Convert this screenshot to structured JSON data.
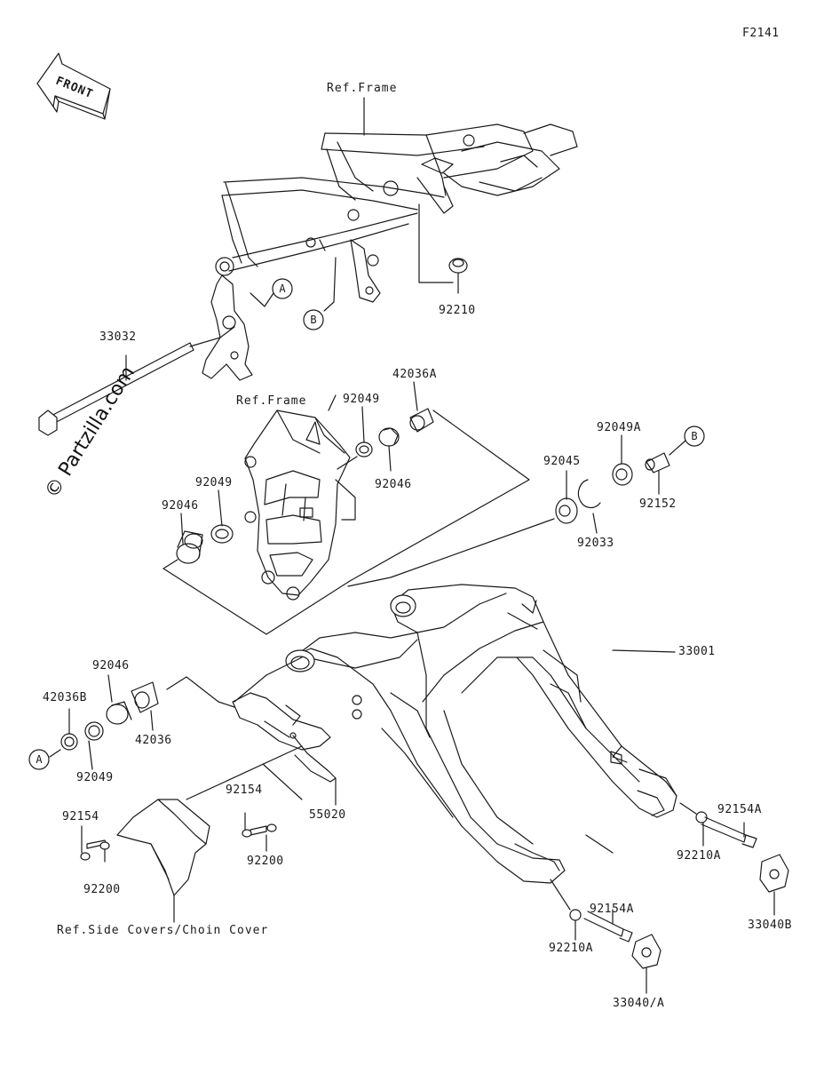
{
  "figure_code": "F2141",
  "front_label": "FRONT",
  "watermark": "© Partzilla.com",
  "refs": {
    "frame_top": "Ref.Frame",
    "frame_mid": "Ref.Frame",
    "covers": "Ref.Side Covers/Choin Cover"
  },
  "callouts": {
    "a": "A",
    "b": "B"
  },
  "parts": {
    "p33032": "33032",
    "p92210": "92210",
    "p42036A": "42036A",
    "p92049_top": "92049",
    "p92046_top": "92046",
    "p92049_left": "92049",
    "p92046_left": "92046",
    "p92049A": "92049A",
    "p92045": "92045",
    "p92152": "92152",
    "p92033": "92033",
    "p33001": "33001",
    "p92046_low": "92046",
    "p42036B": "42036B",
    "p42036": "42036",
    "p92049_low": "92049",
    "p92154_mid": "92154",
    "p55020": "55020",
    "p92200_mid": "92200",
    "p92154_left": "92154",
    "p92200_left": "92200",
    "p92154A_right": "92154A",
    "p92210A_right": "92210A",
    "p33040B": "33040B",
    "p92154A_low": "92154A",
    "p92210A_low": "92210A",
    "p33040A": "33040/A"
  }
}
